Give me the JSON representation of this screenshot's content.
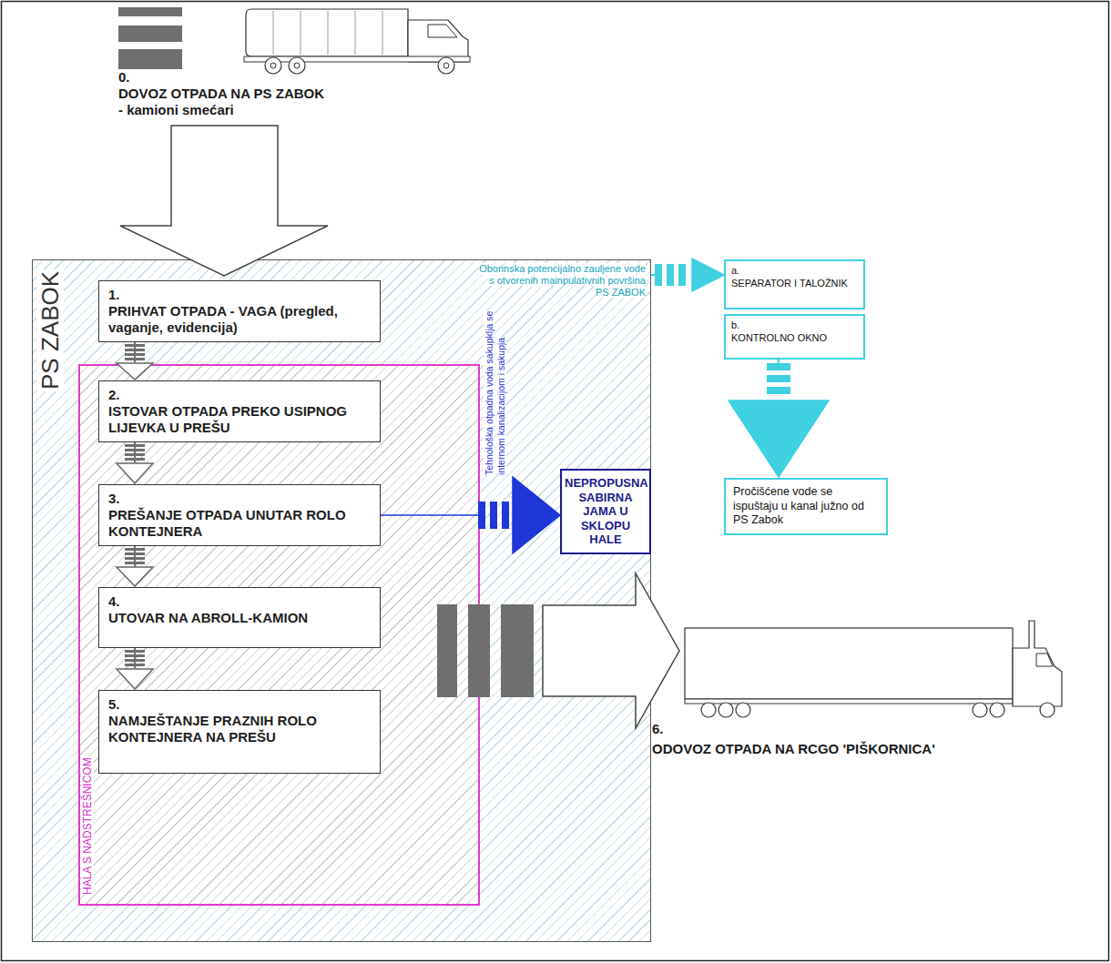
{
  "diagram": {
    "nodes": [
      {
        "text": [
          "PS ZABOK"
        ]
      },
      {
        "text": [
          "1.",
          "PRIHVAT OTPADA - VAGA (pregled, vaganje, evidencija)"
        ],
        "in": 0
      },
      {
        "text": [
          "HALA S NADSTREŠNICOM"
        ],
        "in": 0
      },
      {
        "text": [
          "2.",
          "ISTOVAR OTPADA PREKO USIPNOG LIJEVKA U PREŠU"
        ],
        "in": 2
      },
      {
        "text": [
          "3.",
          "PREŠANJE OTPADA UNUTAR ROLO KONTEJNERA"
        ],
        "in": 2
      },
      {
        "text": [
          "4.",
          "UTOVAR NA ABROLL-KAMION"
        ],
        "in": 2
      },
      {
        "text": [
          "5.",
          "NAMJEŠTANJE PRAZNIH ROLO KONTEJNERA NA PREŠU"
        ],
        "in": 2
      },
      {
        "text": [
          "NEPROPUSNA SABIRNA JAMA U SKLOPU HALE"
        ],
        "in": 0
      },
      {
        "text": [
          "a.",
          "SEPARATOR I TALOŽNIK"
        ]
      },
      {
        "text": [
          "b.",
          "KONTROLNO OKNO"
        ]
      },
      {
        "text": [
          "Pročišćene vode se ispuštaju u kanal južno od PS Zabok"
        ]
      }
    ],
    "edges": [
      {
        "from": 1,
        "to": 3,
        "arrow": "to"
      },
      {
        "from": 3,
        "to": 4,
        "arrow": "to"
      },
      {
        "from": 4,
        "to": 5,
        "arrow": "to"
      },
      {
        "from": 5,
        "to": 6,
        "arrow": "to"
      },
      {
        "from": 4,
        "to": 7,
        "arrow": "to",
        "label": "Tehnološka otpadna voda sakupklja se internom kanalizacijom i sakupja"
      },
      {
        "from": 0,
        "to": 8,
        "arrow": "to",
        "label": "Oborinska potencijalno zauljene vode s otvorenih mainpulativnih površina PS ZABOK"
      },
      {
        "from": 9,
        "to": 10,
        "arrow": "to"
      }
    ],
    "labels": [
      "0.",
      "DOVOZ OTPADA NA PS ZABOK",
      "- kamioni smećari",
      "6.",
      "ODOVOZ OTPADA NA RCGO 'PIŠKORNICA'"
    ]
  }
}
